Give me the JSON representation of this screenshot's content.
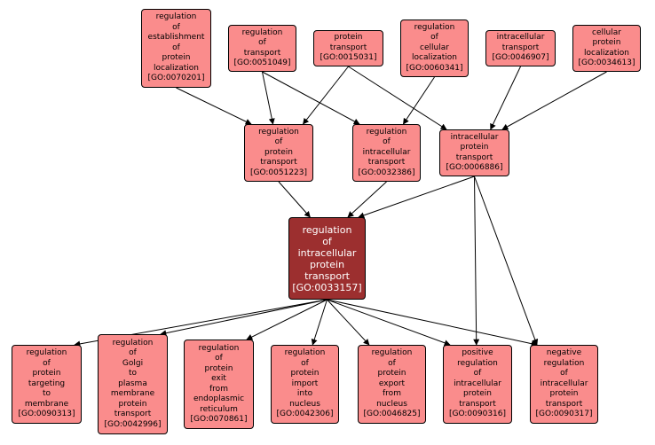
{
  "colors": {
    "node_fill": "#fa8c8c",
    "main_fill": "#9c2f2f",
    "edge": "#000000"
  },
  "nodes": [
    {
      "id": "n0070201",
      "label": "regulation\nof\nestablishment\nof\nprotein\nlocalization\n[GO:0070201]"
    },
    {
      "id": "n0051049",
      "label": "regulation\nof\ntransport\n[GO:0051049]"
    },
    {
      "id": "n0015031",
      "label": "protein\ntransport\n[GO:0015031]"
    },
    {
      "id": "n0060341",
      "label": "regulation\nof\ncellular\nlocalization\n[GO:0060341]"
    },
    {
      "id": "n0046907",
      "label": "intracellular\ntransport\n[GO:0046907]"
    },
    {
      "id": "n0034613",
      "label": "cellular\nprotein\nlocalization\n[GO:0034613]"
    },
    {
      "id": "n0051223",
      "label": "regulation\nof\nprotein\ntransport\n[GO:0051223]"
    },
    {
      "id": "n0032386",
      "label": "regulation\nof\nintracellular\ntransport\n[GO:0032386]"
    },
    {
      "id": "n0006886",
      "label": "intracellular\nprotein\ntransport\n[GO:0006886]"
    },
    {
      "id": "n0033157",
      "label": "regulation\nof\nintracellular\nprotein\ntransport\n[GO:0033157]"
    },
    {
      "id": "n0090313",
      "label": "regulation\nof\nprotein\ntargeting\nto\nmembrane\n[GO:0090313]"
    },
    {
      "id": "n0042996",
      "label": "regulation\nof\nGolgi\nto\nplasma\nmembrane\nprotein\ntransport\n[GO:0042996]"
    },
    {
      "id": "n0070861",
      "label": "regulation\nof\nprotein\nexit\nfrom\nendoplasmic\nreticulum\n[GO:0070861]"
    },
    {
      "id": "n0042306",
      "label": "regulation\nof\nprotein\nimport\ninto\nnucleus\n[GO:0042306]"
    },
    {
      "id": "n0046825",
      "label": "regulation\nof\nprotein\nexport\nfrom\nnucleus\n[GO:0046825]"
    },
    {
      "id": "n0090316",
      "label": "positive\nregulation\nof\nintracellular\nprotein\ntransport\n[GO:0090316]"
    },
    {
      "id": "n0090317",
      "label": "negative\nregulation\nof\nintracellular\nprotein\ntransport\n[GO:0090317]"
    }
  ],
  "edges": [
    [
      "n0070201",
      "n0051223"
    ],
    [
      "n0051049",
      "n0051223"
    ],
    [
      "n0015031",
      "n0051223"
    ],
    [
      "n0051049",
      "n0032386"
    ],
    [
      "n0060341",
      "n0032386"
    ],
    [
      "n0015031",
      "n0006886"
    ],
    [
      "n0046907",
      "n0006886"
    ],
    [
      "n0034613",
      "n0006886"
    ],
    [
      "n0051223",
      "n0033157"
    ],
    [
      "n0032386",
      "n0033157"
    ],
    [
      "n0006886",
      "n0033157"
    ],
    [
      "n0033157",
      "n0090313"
    ],
    [
      "n0033157",
      "n0042996"
    ],
    [
      "n0033157",
      "n0070861"
    ],
    [
      "n0033157",
      "n0042306"
    ],
    [
      "n0033157",
      "n0046825"
    ],
    [
      "n0033157",
      "n0090316"
    ],
    [
      "n0033157",
      "n0090317"
    ],
    [
      "n0006886",
      "n0090316"
    ],
    [
      "n0006886",
      "n0090317"
    ]
  ]
}
